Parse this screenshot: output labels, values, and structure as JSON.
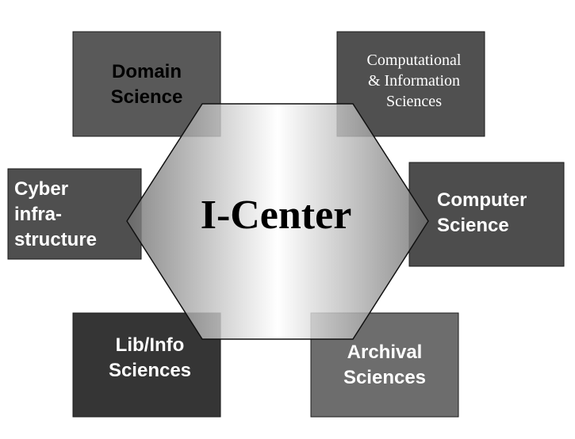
{
  "center": {
    "label": "I-Center"
  },
  "boxes": [
    {
      "id": "domain-science",
      "lines": [
        "Domain",
        "Science"
      ],
      "fill": "#595959",
      "text_color": "#000000",
      "font": "sans",
      "anchor": "middle"
    },
    {
      "id": "computational-information-sciences",
      "lines": [
        "Computational",
        "& Information",
        "Sciences"
      ],
      "fill": "#505050",
      "text_color": "#ffffff",
      "font": "serif",
      "anchor": "middle"
    },
    {
      "id": "cyberinfrastructure",
      "lines": [
        "Cyber",
        "infra-",
        "structure"
      ],
      "fill": "#4f4f4f",
      "text_color": "#ffffff",
      "font": "sans",
      "anchor": "start"
    },
    {
      "id": "computer-science",
      "lines": [
        "Computer",
        "Science"
      ],
      "fill": "#4d4d4d",
      "text_color": "#ffffff",
      "font": "sans",
      "anchor": "start"
    },
    {
      "id": "lib-info-sciences",
      "lines": [
        "Lib/Info",
        "Sciences"
      ],
      "fill": "#353535",
      "text_color": "#ffffff",
      "font": "sans",
      "anchor": "middle"
    },
    {
      "id": "archival-sciences",
      "lines": [
        "Archival",
        "Sciences"
      ],
      "fill": "#6d6d6d",
      "text_color": "#ffffff",
      "font": "sans",
      "anchor": "middle"
    }
  ],
  "colors": {
    "background": "#ffffff",
    "hexagon_edge": "#111111",
    "hexagon_gradient": [
      "#6f6f6f",
      "#ffffff",
      "#6f6f6f"
    ]
  }
}
